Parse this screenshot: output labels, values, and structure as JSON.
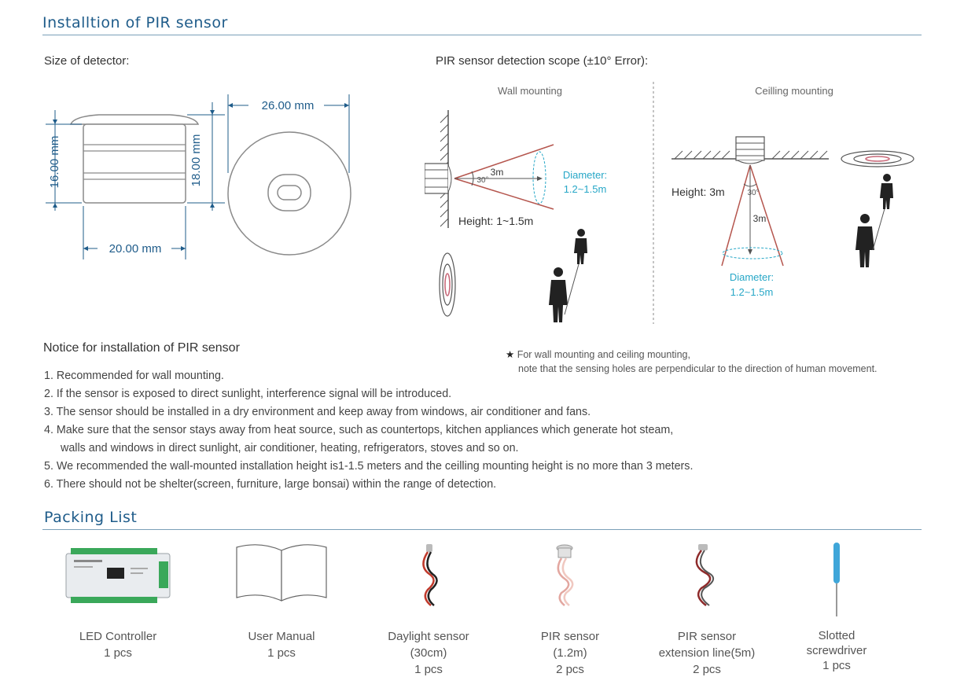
{
  "header": {
    "title": "Installtion of PIR sensor"
  },
  "size_section": {
    "label": "Size of detector:",
    "dim_height_left": "16.00 mm",
    "dim_height_right": "18.00 mm",
    "dim_width": "20.00 mm",
    "dim_diameter": "26.00 mm"
  },
  "scope_section": {
    "label": "PIR sensor detection scope (±10° Error):",
    "wall": {
      "title": "Wall mounting",
      "distance": "3m",
      "angle": "30°",
      "diameter_label": "Diameter:",
      "diameter_value": "1.2~1.5m",
      "height": "Height: 1~1.5m"
    },
    "ceiling": {
      "title": "Ceilling mounting",
      "height": "Height: 3m",
      "angle": "30°",
      "distance": "3m",
      "diameter_label": "Diameter:",
      "diameter_value": "1.2~1.5m"
    },
    "note_line1": "For wall mounting and ceiling mounting,",
    "note_line2": "note that the sensing holes are perpendicular to the direction of human movement.",
    "note_star": "★"
  },
  "notice": {
    "title": "Notice for installation of PIR sensor",
    "items": [
      "1. Recommended for wall mounting.",
      "2. If the sensor is exposed to direct sunlight, interference signal will be introduced.",
      "3. The sensor should be installed in a dry environment and keep away from windows, air conditioner and fans.",
      "4. Make sure that the sensor stays away from heat source, such as countertops, kitchen appliances which generate hot steam,",
      "walls and windows in direct sunlight, air conditioner, heating, refrigerators, stoves and so on.",
      "5. We recommended the wall-mounted installation height is1-1.5 meters and the ceilling mounting height is no more than 3 meters.",
      "6. There should not be shelter(screen, furniture, large bonsai) within the range of detection."
    ]
  },
  "packing": {
    "title": "Packing List",
    "items": [
      {
        "name": "LED Controller",
        "extra": "",
        "qty": "1 pcs"
      },
      {
        "name": "User Manual",
        "extra": "",
        "qty": "1 pcs"
      },
      {
        "name": "Daylight sensor",
        "extra": "(30cm)",
        "qty": "1 pcs"
      },
      {
        "name": "PIR sensor",
        "extra": "(1.2m)",
        "qty": "2 pcs"
      },
      {
        "name": "PIR sensor",
        "extra": "extension line(5m)",
        "qty": "2 pcs"
      },
      {
        "name": "Slotted",
        "extra": "screwdriver",
        "qty": "1 pcs"
      }
    ]
  },
  "colors": {
    "title_blue": "#1f5c8a",
    "rule": "#7a9fb8",
    "cone_red": "#b5564e",
    "cyan_label": "#27a7c7",
    "product_grey": "#8a8a8a",
    "screwdriver_blue": "#3fa6d9",
    "pcb_green": "#3aa85a"
  }
}
